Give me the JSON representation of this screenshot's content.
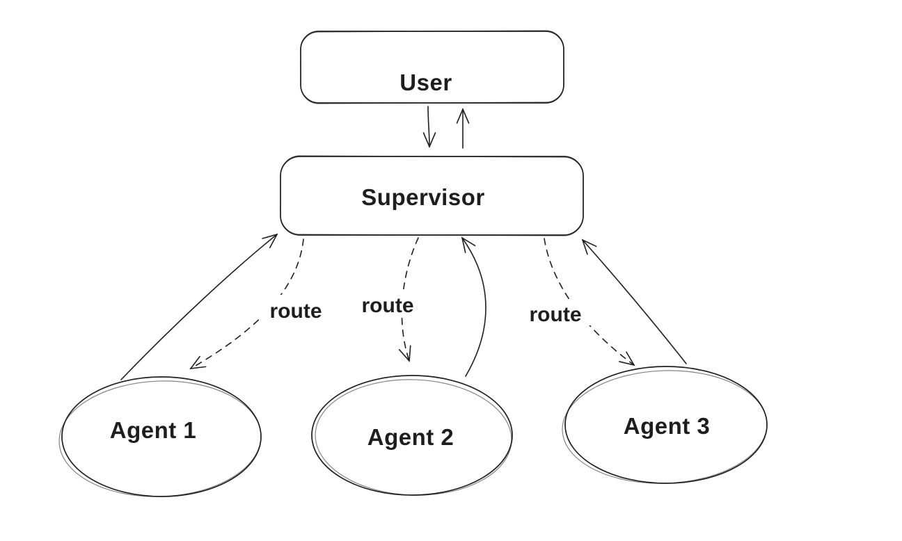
{
  "diagram": {
    "background": "#ffffff",
    "stroke_color": "#1e1e1e",
    "nodes": [
      {
        "id": "user",
        "label": "User",
        "shape": "rounded-rectangle"
      },
      {
        "id": "supervisor",
        "label": "Supervisor",
        "shape": "rounded-rectangle"
      },
      {
        "id": "agent-1",
        "label": "Agent 1",
        "shape": "ellipse"
      },
      {
        "id": "agent-2",
        "label": "Agent 2",
        "shape": "ellipse"
      },
      {
        "id": "agent-3",
        "label": "Agent 3",
        "shape": "ellipse"
      }
    ],
    "edges": [
      {
        "from": "user",
        "to": "supervisor",
        "style": "solid",
        "label": ""
      },
      {
        "from": "supervisor",
        "to": "user",
        "style": "solid",
        "label": ""
      },
      {
        "from": "supervisor",
        "to": "agent-1",
        "style": "dashed",
        "label": "route"
      },
      {
        "from": "agent-1",
        "to": "supervisor",
        "style": "solid",
        "label": ""
      },
      {
        "from": "supervisor",
        "to": "agent-2",
        "style": "dashed",
        "label": "route"
      },
      {
        "from": "agent-2",
        "to": "supervisor",
        "style": "solid",
        "label": ""
      },
      {
        "from": "supervisor",
        "to": "agent-3",
        "style": "dashed",
        "label": "route"
      },
      {
        "from": "agent-3",
        "to": "supervisor",
        "style": "solid",
        "label": ""
      }
    ]
  }
}
